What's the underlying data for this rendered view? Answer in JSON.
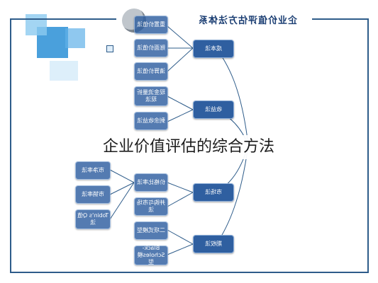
{
  "title": "企业价值评估的综合方法",
  "header": "企业价值评估方法体系",
  "methods": [
    {
      "label": "成本法",
      "subs": [
        "重置价值法",
        "账面价值法",
        "清算价值法"
      ]
    },
    {
      "label": "收益法",
      "subs": [
        "现金流量折现法",
        "剩余收益法"
      ]
    },
    {
      "label": "市场法",
      "subs": [
        "价格比率法",
        "并购与市场法"
      ],
      "leaves": [
        "市净率法",
        "市销率法",
        "Tobin's Q值法"
      ]
    },
    {
      "label": "期权法",
      "subs": [
        "二项式模型",
        "Black-Scholes模型"
      ]
    }
  ],
  "colors": {
    "node": "#2f5fa0",
    "line": "#2e5c8a",
    "accent": "#1b3e73"
  }
}
